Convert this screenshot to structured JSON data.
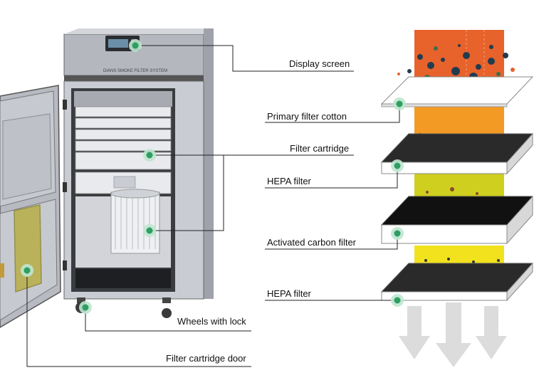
{
  "labels": {
    "display_screen": "Display screen",
    "primary_filter_cotton": "Primary filter cotton",
    "filter_cartridge": "Filter cartridge",
    "hepa_filter_top": "HEPA filter",
    "activated_carbon_filter": "Activated carbon filter",
    "hepa_filter_bottom": "HEPA filter",
    "wheels_with_lock": "Wheels with lock",
    "filter_cartridge_door": "Filter cartridge door"
  },
  "machine": {
    "panel_text": "DIANS SMOKE FILTER SYSTEM"
  },
  "colors": {
    "marker": "#2e9e62",
    "marker_halo": "#bfe6cf",
    "band_dirty": "#e8622b",
    "band_orange": "#f39a25",
    "band_yellow_green": "#cfcf1f",
    "band_yellow": "#f2e21e",
    "cabinet": "#c9ccd3",
    "cabinet_dark": "#8d9096",
    "arrow": "#dcdcdc"
  }
}
